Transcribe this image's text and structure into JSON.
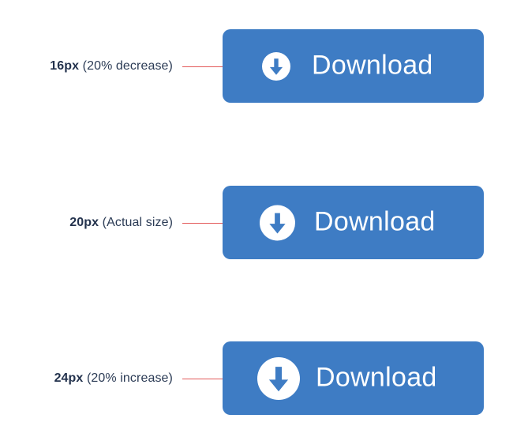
{
  "rows": [
    {
      "size": "16px",
      "note": "(20% decrease)",
      "button_label": "Download",
      "icon": "arrow-down-circle-icon"
    },
    {
      "size": "20px",
      "note": "(Actual size)",
      "button_label": "Download",
      "icon": "arrow-down-circle-icon"
    },
    {
      "size": "24px",
      "note": "(20% increase)",
      "button_label": "Download",
      "icon": "arrow-down-circle-icon"
    }
  ],
  "colors": {
    "button": "#3e7cc4",
    "pointer": "#e35a5a",
    "caption": "#2b3b55"
  }
}
